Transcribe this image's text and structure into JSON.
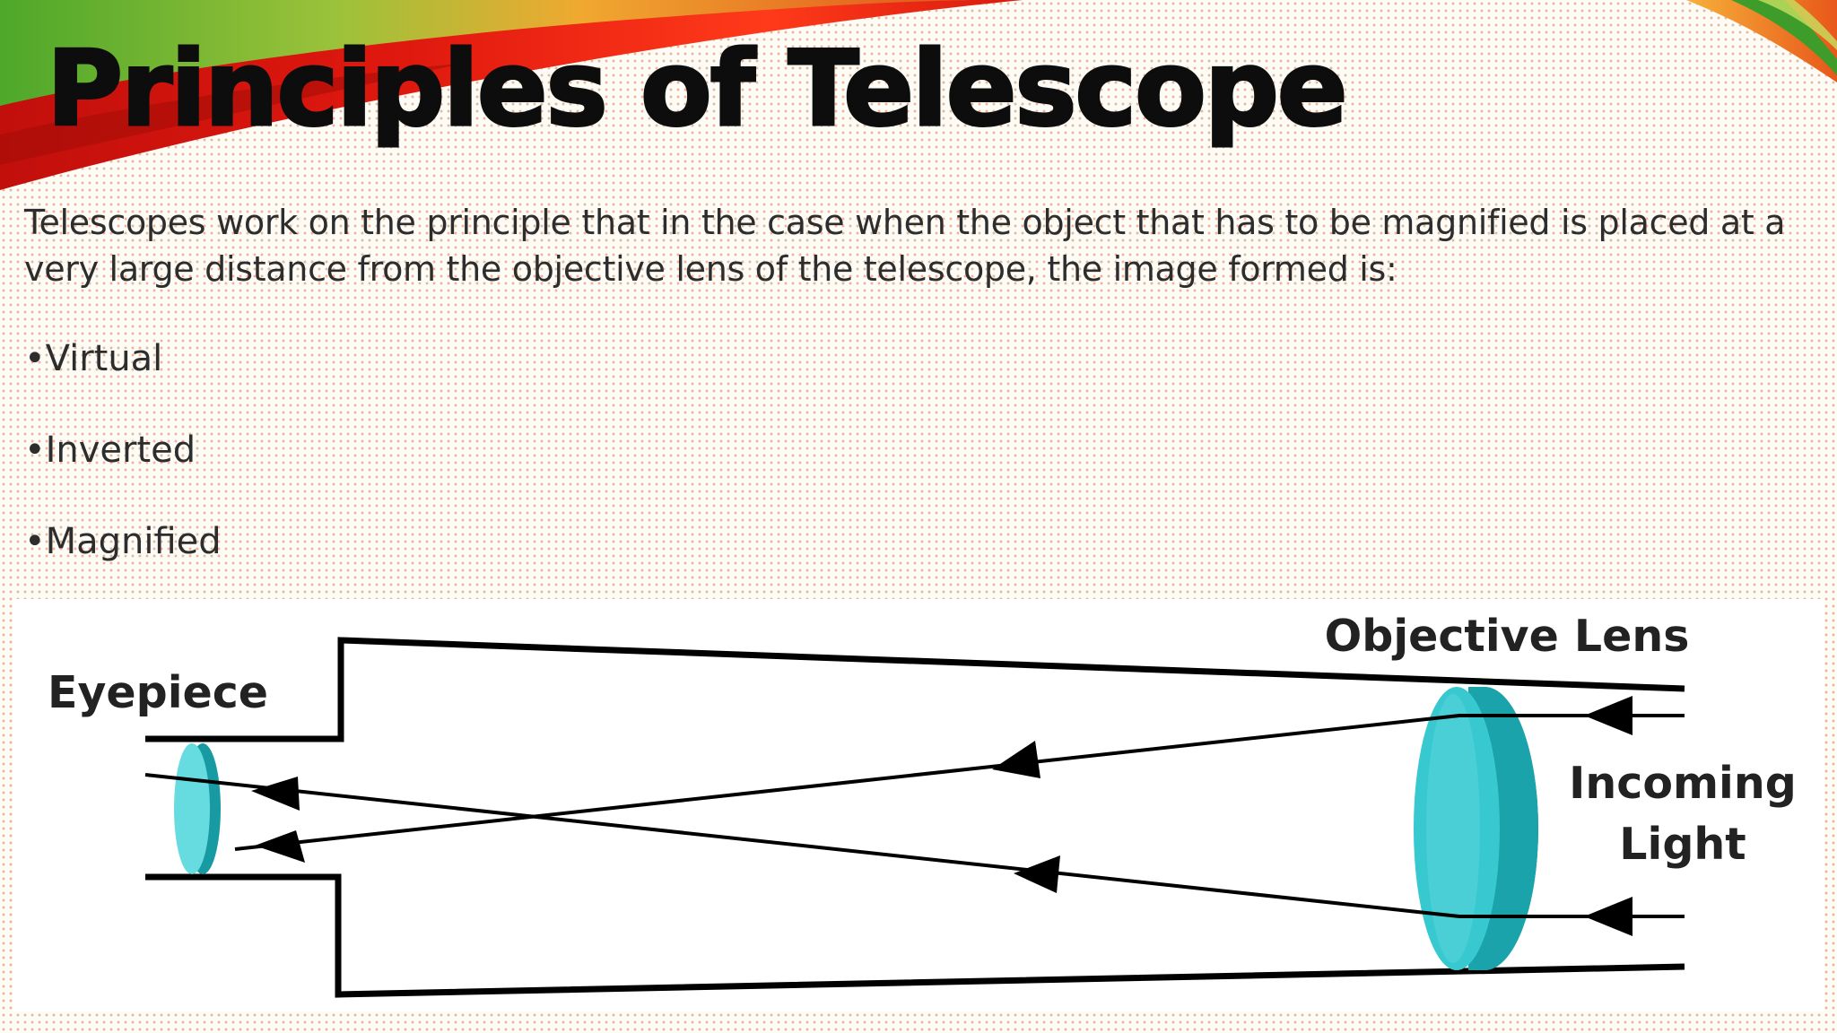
{
  "slide": {
    "title": "Principles of Telescope",
    "intro": "Telescopes work on the principle that in the case when the object that has to be magnified is placed at a very large distance from the objective lens of the telescope, the image formed is:",
    "bullets": [
      "•Virtual",
      "•Inverted",
      "•Magnified"
    ]
  },
  "diagram": {
    "labels": {
      "eyepiece": "Eyepiece",
      "objective_lens": "Objective Lens",
      "incoming_line1": "Incoming",
      "incoming_line2": "Light"
    }
  },
  "colors": {
    "lens_light": "#5dd6dc",
    "lens_dark": "#1ba4ab",
    "swoosh_red": "#d8110e",
    "swoosh_green": "#4ea82a",
    "swoosh_orange": "#f29a1a"
  }
}
